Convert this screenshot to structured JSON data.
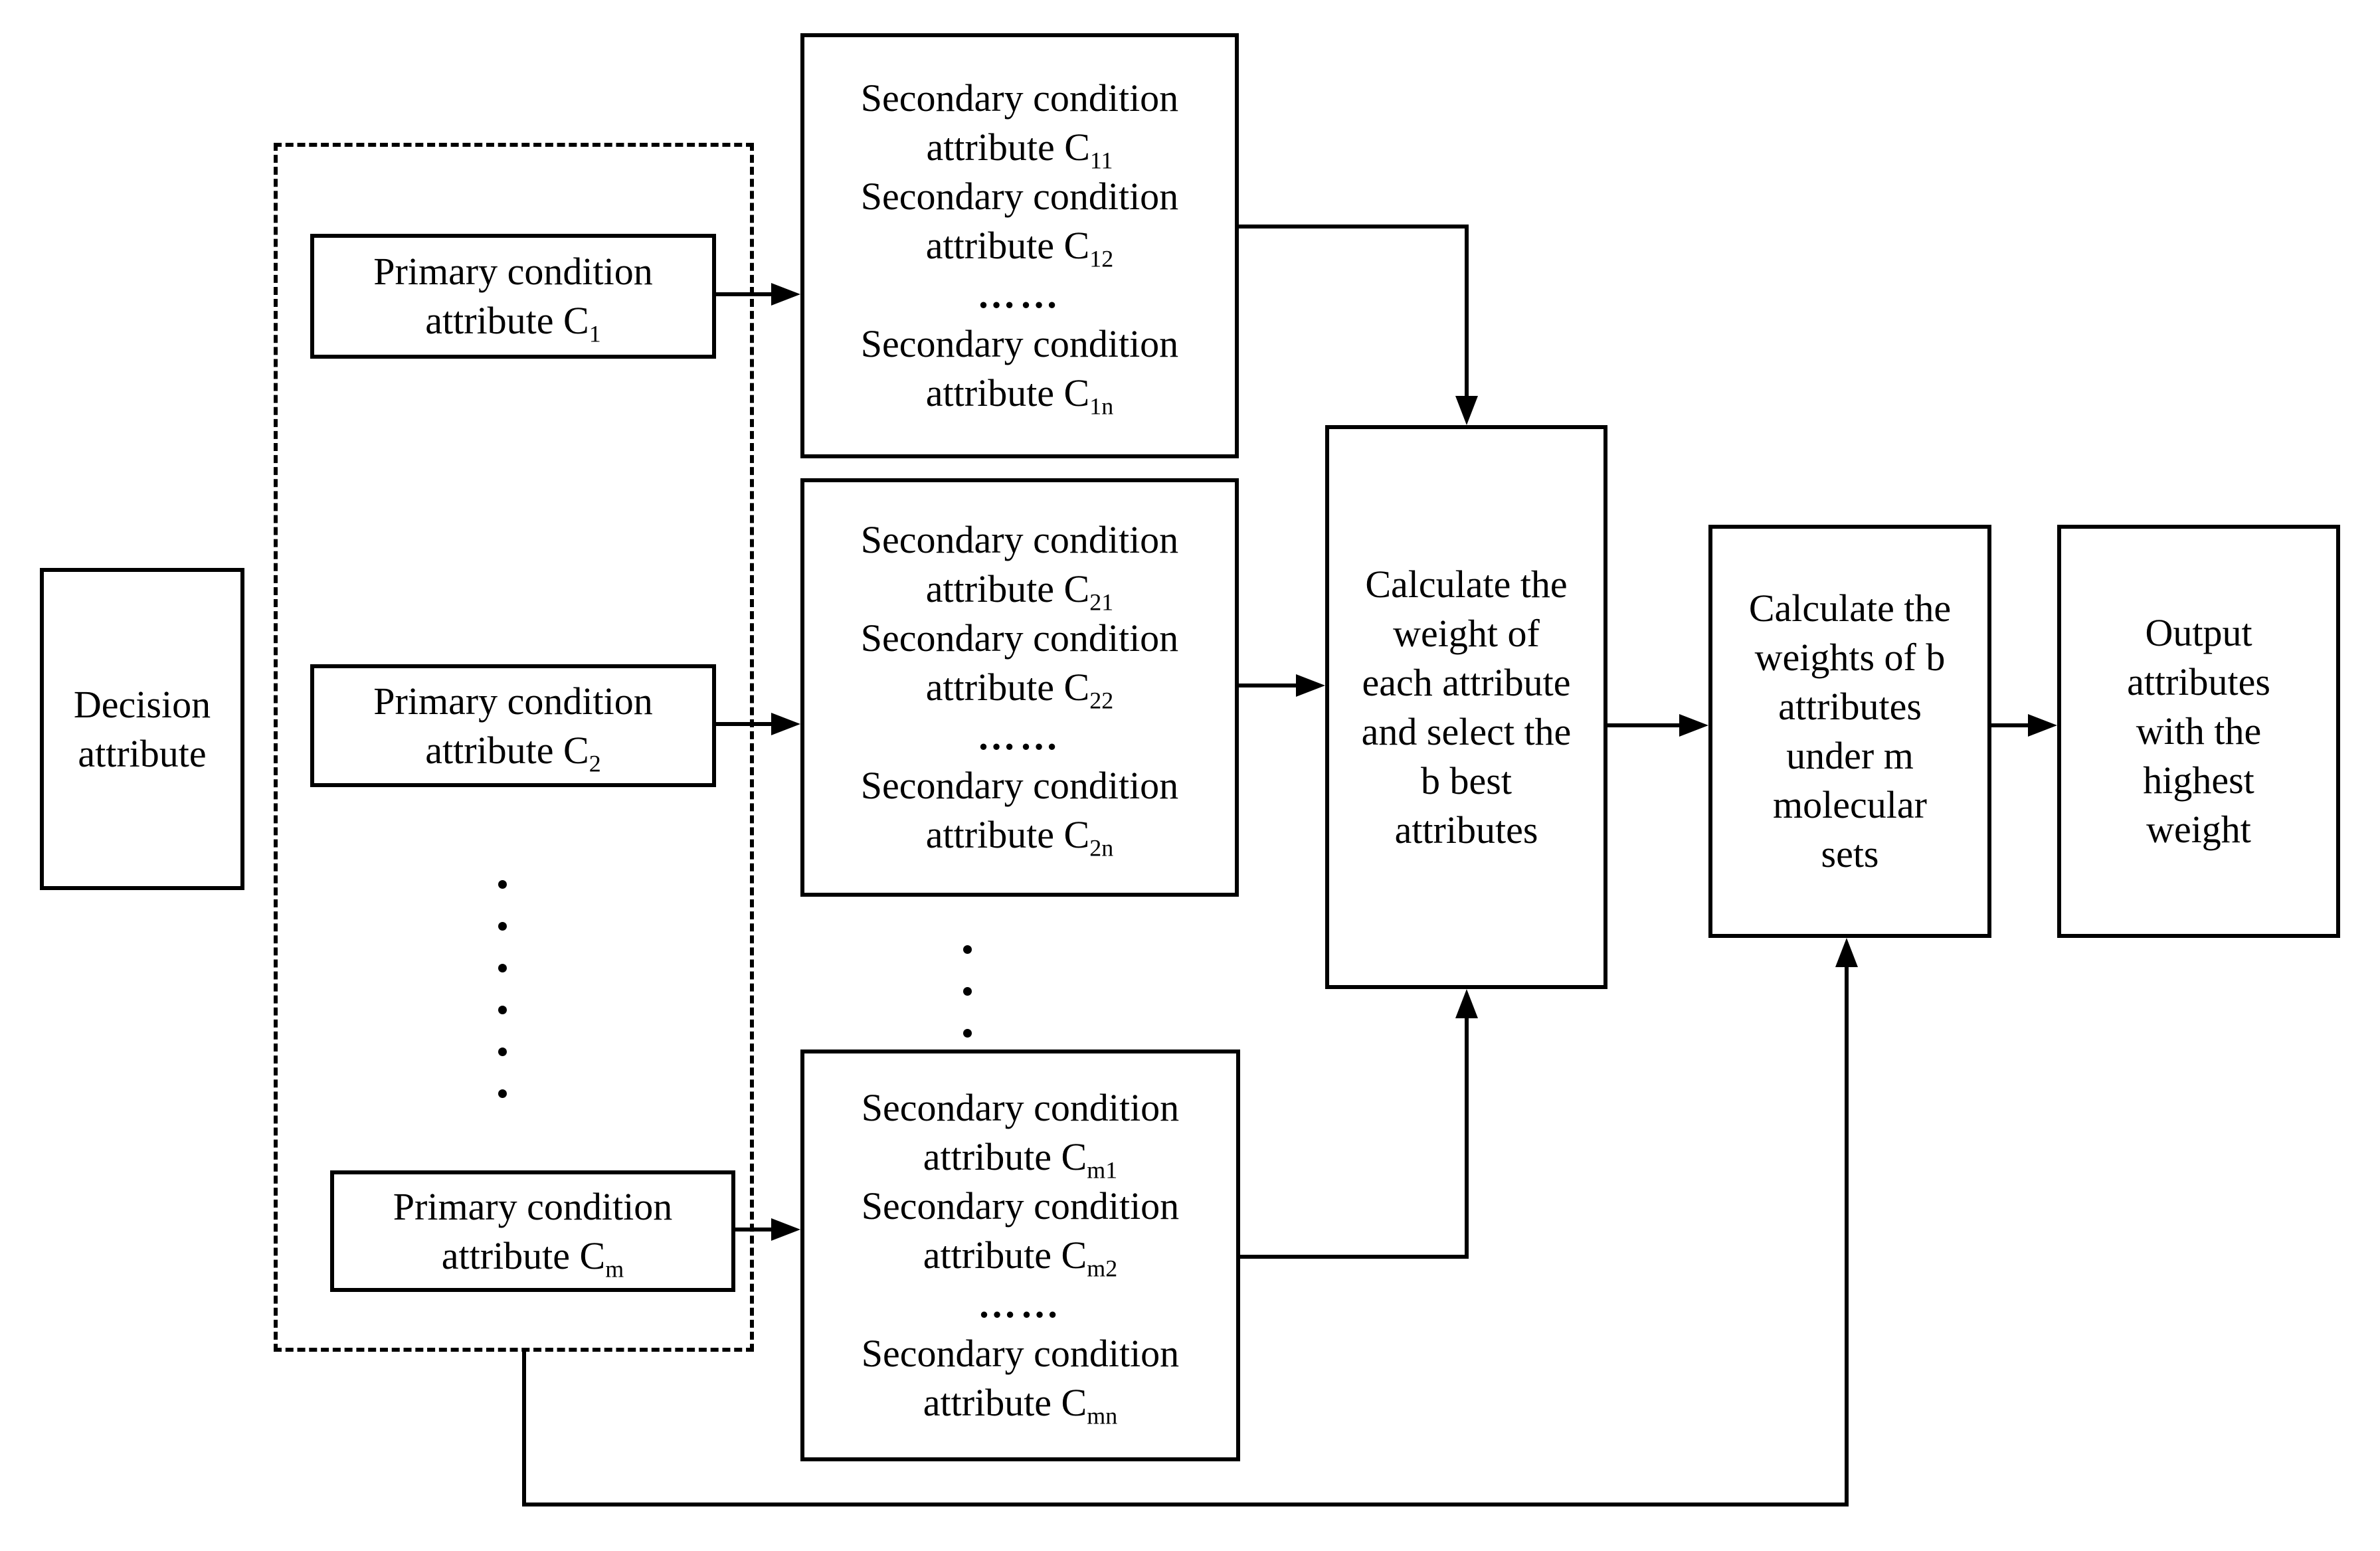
{
  "colors": {
    "line": "#000000",
    "background": "#ffffff",
    "text": "#000000"
  },
  "decision_box": {
    "line1": "Decision",
    "line2": "attribute"
  },
  "primary_boxes": [
    {
      "line1": "Primary condition",
      "line2_text": "attribute C",
      "line2_sub": "1"
    },
    {
      "line1": "Primary condition",
      "line2_text": "attribute C",
      "line2_sub": "2"
    },
    {
      "line1": "Primary condition",
      "line2_text": "attribute C",
      "line2_sub": "m"
    }
  ],
  "secondary_boxes": [
    {
      "row1": "Secondary condition",
      "row2_text": "attribute C",
      "row2_sub": "11",
      "row3": "Secondary condition",
      "row4_text": "attribute C",
      "row4_sub": "12",
      "ellipsis": "……",
      "row5": "Secondary condition",
      "row6_text": "attribute C",
      "row6_sub": "1n"
    },
    {
      "row1": "Secondary condition",
      "row2_text": "attribute C",
      "row2_sub": "21",
      "row3": "Secondary condition",
      "row4_text": "attribute C",
      "row4_sub": "22",
      "ellipsis": "……",
      "row5": "Secondary condition",
      "row6_text": "attribute C",
      "row6_sub": "2n"
    },
    {
      "row1": "Secondary condition",
      "row2_text": "attribute C",
      "row2_sub": "m1",
      "row3": "Secondary condition",
      "row4_text": "attribute C",
      "row4_sub": "m2",
      "ellipsis": "……",
      "row5": "Secondary condition",
      "row6_text": "attribute C",
      "row6_sub": "mn"
    }
  ],
  "calc_weight_box": {
    "lines": [
      "Calculate the",
      "weight of",
      "each attribute",
      "and select the",
      "b best",
      "attributes"
    ]
  },
  "calc_weights_b_box": {
    "lines": [
      "Calculate the",
      "weights of b",
      "attributes",
      "under m",
      "molecular",
      "sets"
    ]
  },
  "output_box": {
    "lines": [
      "Output",
      "attributes",
      "with the",
      "highest",
      "weight"
    ]
  },
  "icons": {
    "vertical_ellipsis_primary": "six-vertical-dots",
    "vertical_ellipsis_secondary": "three-vertical-dots"
  }
}
